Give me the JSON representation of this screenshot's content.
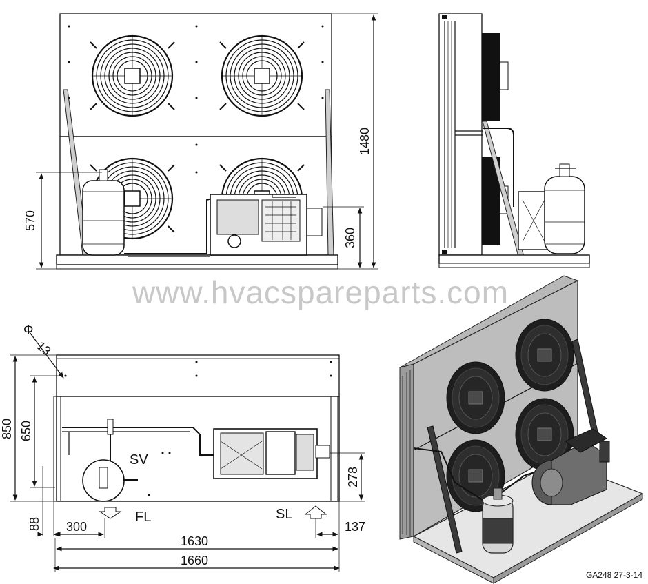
{
  "watermark": "www.hvacspareparts.com",
  "drawing_code": "GA248  27-3-14",
  "front_view": {
    "dim_height_total": "1480",
    "dim_receiver_height": "570",
    "dim_compressor_height": "360"
  },
  "top_view": {
    "dim_diameter_symbol": "Φ",
    "dim_diameter": "13",
    "dim_depth_total": "850",
    "dim_depth_inner": "650",
    "dim_connection_height": "278",
    "dim_offset_left": "88",
    "dim_fl_position": "300",
    "dim_sl_position": "137",
    "dim_width_inner": "1630",
    "dim_width_total": "1660",
    "label_sv": "SV",
    "label_fl": "FL",
    "label_sl": "SL"
  }
}
